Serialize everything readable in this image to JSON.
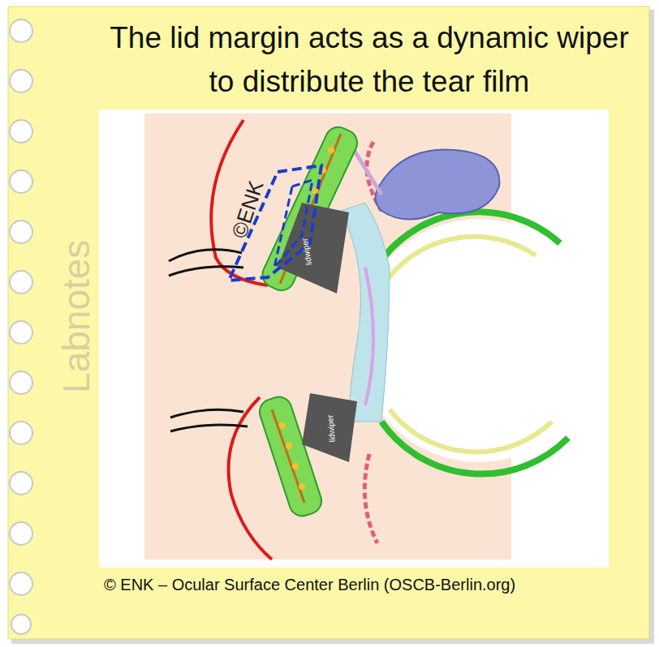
{
  "diagram": {
    "title": "The lid margin acts as a dynamic wiper to distribute the tear film",
    "caption": "© ENK –  Ocular Surface Center Berlin (OSCB-Berlin.org)",
    "labels": [
      "Labnotes",
      "©ENK",
      "lidwiper",
      "lidwiper"
    ]
  }
}
